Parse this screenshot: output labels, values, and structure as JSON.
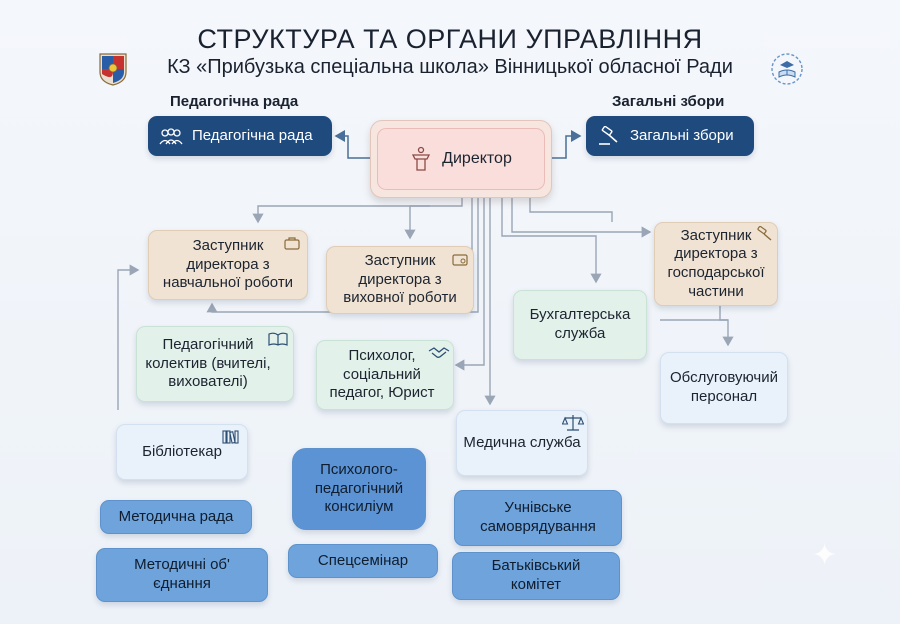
{
  "header": {
    "title": "СТРУКТУРА ТА ОРГАНИ УПРАВЛІННЯ",
    "subtitle": "КЗ «Прибузька спеціальна школа» Вінницької обласної Ради"
  },
  "top_labels": {
    "ped_council": "Педагогічна рада",
    "general_meeting": "Загальні збори"
  },
  "nodes": {
    "ped_council": "Педагогічна рада",
    "general_meeting": "Загальні збори",
    "director": "Директор",
    "deputy_edu": "Заступник директора з навчальної роботи",
    "deputy_upbringing": "Заступник директора з виховної роботи",
    "deputy_maintenance": "Заступник директора з господарської частини",
    "accounting": "Бухгалтерська служба",
    "service_staff": "Обслуговуючий персонал",
    "ped_staff": "Педагогічний колектив (вчителі, вихователі)",
    "psychologist": "Психолог, соціальний педагог, Юрист",
    "librarian": "Бібліотекар",
    "medical": "Медична служба",
    "method_council": "Методична рада",
    "method_assoc": "Методичні об' єднання",
    "ppk": "Психолого-педагогічний консиліум",
    "special_seminar": "Спецсемінар",
    "student_gov": "Учнівське самоврядування",
    "parent_committee": "Батьківський комітет"
  },
  "colors": {
    "navy": "#1f4a7d",
    "director": "#f9dedc",
    "deputy": "#f1e3d3",
    "unit": "#e2f1ea",
    "service": "#e9f1fb",
    "body": "#6ea3dc",
    "connector": "#9aa5b5"
  }
}
